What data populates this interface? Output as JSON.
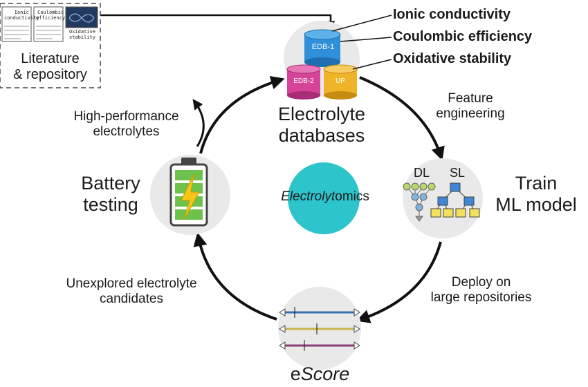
{
  "literature": {
    "label_line1": "Literature",
    "label_line2": "& repository",
    "thumbs": [
      {
        "icon": "newspaper-icon",
        "text1": "Ionic",
        "text2": "conductivity"
      },
      {
        "icon": "newspaper-icon",
        "text1": "Coulombic",
        "text2": "efficiency"
      },
      {
        "icon": "molecule-icon",
        "text1": "Oxidative",
        "text2": "stability"
      }
    ]
  },
  "databases": {
    "label_line1": "Electrolyte",
    "label_line2": "databases",
    "cylinders": [
      {
        "label": "EDB-1",
        "color": "#2f8fd8"
      },
      {
        "label": "EDB-2",
        "color": "#d6449a"
      },
      {
        "label": "UP",
        "color": "#f0b429"
      }
    ],
    "properties": [
      "Ionic conductivity",
      "Coulombic efficiency",
      "Oxidative stability"
    ]
  },
  "feature": {
    "line1": "Feature",
    "line2": "engineering"
  },
  "train": {
    "line1": "Train",
    "line2": "ML model",
    "dl_label": "DL",
    "sl_label": "SL"
  },
  "deploy": {
    "line1": "Deploy on",
    "line2": "large repositories"
  },
  "escore": {
    "prefix": "e",
    "italic": "Score"
  },
  "unexplored": {
    "line1": "Unexplored electrolyte",
    "line2": "candidates"
  },
  "battery": {
    "line1": "Battery",
    "line2": "testing"
  },
  "highperf": {
    "line1": "High-performance",
    "line2": "electrolytes"
  },
  "center": {
    "italic": "Electrolyt",
    "rest": "omics",
    "color": "#2ec4cc"
  },
  "colors": {
    "arrow": "#111111",
    "node_bg": "#e9e9e9",
    "battery_green": "#6cc24a",
    "bolt": "#f5c518",
    "dl_node": "#b8d86b",
    "dl_node_blue": "#7fb3e0",
    "sl_node": "#3f86d6",
    "sl_leaf": "#f2e15a"
  }
}
